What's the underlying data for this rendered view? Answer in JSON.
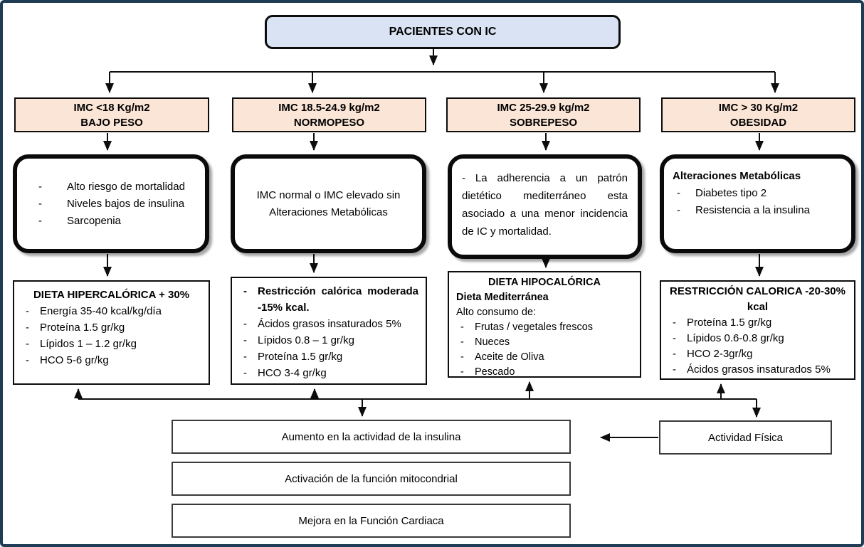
{
  "diagram": {
    "root": {
      "label": "PACIENTES CON IC"
    },
    "columns": [
      {
        "header": {
          "line1": "IMC <18 Kg/m2",
          "line2": "BAJO PESO"
        },
        "traits": {
          "items": [
            "Alto riesgo de mortalidad",
            "Niveles bajos de insulina",
            "Sarcopenia"
          ]
        },
        "diet": {
          "title": "DIETA HIPERCALÓRICA + 30%",
          "items": [
            "Energía 35-40 kcal/kg/día",
            "Proteína 1.5 gr/kg",
            "Lípidos 1 – 1.2 gr/kg",
            "HCO 5-6 gr/kg"
          ]
        }
      },
      {
        "header": {
          "line1": "IMC 18.5-24.9 kg/m2",
          "line2": "NORMOPESO"
        },
        "traits": {
          "text": "IMC normal o IMC elevado sin Alteraciones Metabólicas"
        },
        "diet": {
          "lead_item": "Restricción calórica moderada -15% kcal.",
          "items": [
            "Ácidos grasos insaturados 5%",
            "Lípidos 0.8 – 1 gr/kg",
            "Proteína 1.5 gr/kg",
            "HCO 3-4 gr/kg"
          ]
        }
      },
      {
        "header": {
          "line1": "IMC 25-29.9 kg/m2",
          "line2": "SOBREPESO"
        },
        "traits": {
          "text": "- La adherencia a un patrón dietético mediterráneo esta asociado a una menor incidencia de IC y mortalidad."
        },
        "diet": {
          "title": "DIETA HIPOCALÓRICA",
          "subtitle": "Dieta Mediterránea",
          "intro": "Alto consumo de:",
          "items": [
            "Frutas / vegetales frescos",
            "Nueces",
            "Aceite de Oliva",
            "Pescado"
          ]
        }
      },
      {
        "header": {
          "line1": "IMC > 30 Kg/m2",
          "line2": "OBESIDAD"
        },
        "traits": {
          "title": "Alteraciones Metabólicas",
          "items": [
            "Diabetes tipo 2",
            "Resistencia a la insulina"
          ]
        },
        "diet": {
          "title": "RESTRICCIÓN CALORICA -20-30% kcal",
          "items": [
            "Proteína 1.5 gr/kg",
            "Lípidos 0.6-0.8 gr/kg",
            "HCO 2-3gr/kg",
            "Ácidos grasos insaturados 5%"
          ]
        }
      }
    ],
    "outcomes": [
      "Aumento en la actividad de la insulina",
      "Activación de la función mitocondrial",
      "Mejora en la Función Cardiaca"
    ],
    "activity": {
      "label": "Actividad Física"
    },
    "colors": {
      "root_fill": "#dae3f3",
      "header_fill": "#fbe5d6",
      "frame_border": "#1f3c55"
    }
  }
}
